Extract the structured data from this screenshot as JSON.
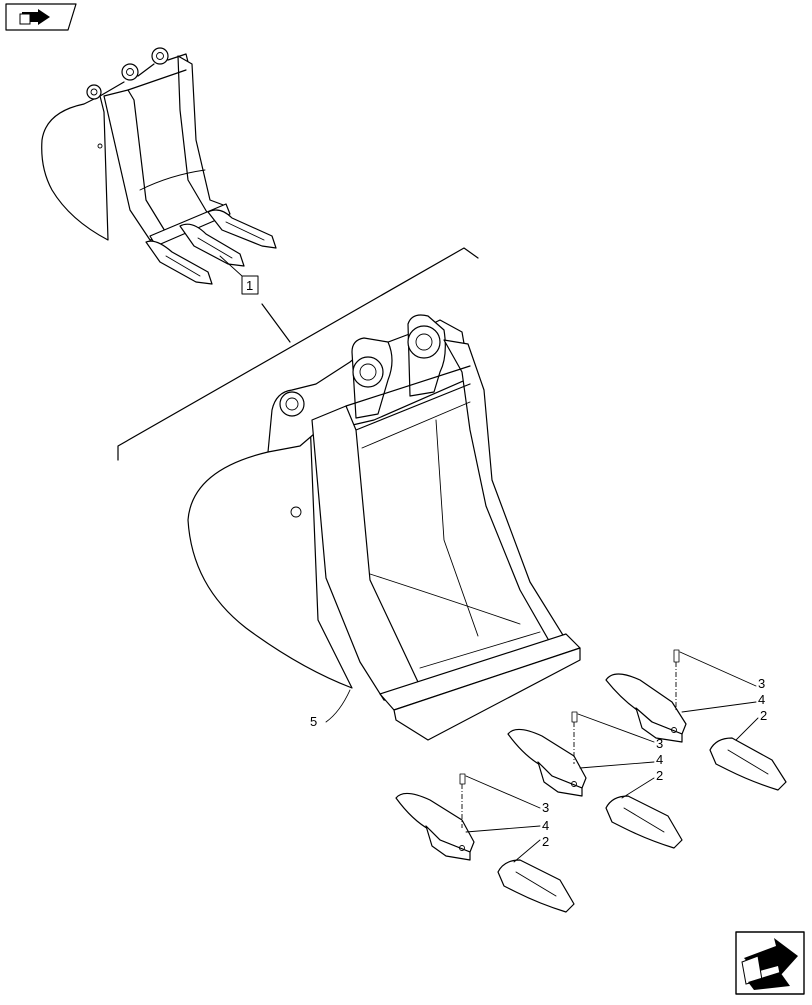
{
  "callouts": {
    "assembly": "1",
    "bucket": "5",
    "tooth_1_pin": "3",
    "tooth_1_adapter": "4",
    "tooth_1_point": "2",
    "tooth_2_pin": "3",
    "tooth_2_adapter": "4",
    "tooth_2_point": "2",
    "tooth_3_pin": "3",
    "tooth_3_adapter": "4",
    "tooth_3_point": "2"
  },
  "icons": {
    "top_left": "prev-page-arrow-icon",
    "bottom_right": "next-page-arrow-icon"
  }
}
